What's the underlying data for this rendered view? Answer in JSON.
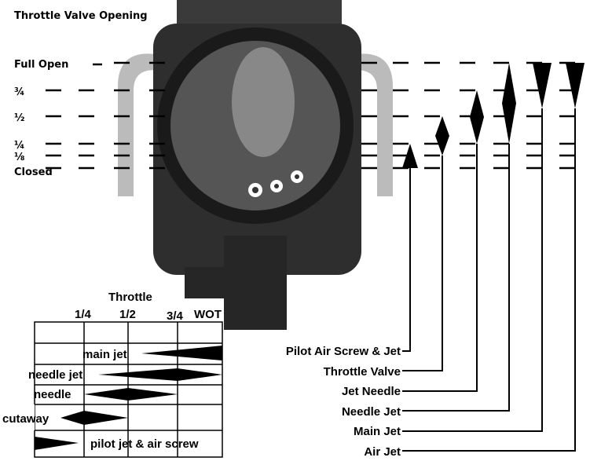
{
  "title": "Throttle Valve Opening",
  "levels": [
    "Full Open",
    "¾",
    "½",
    "¼",
    "⅛",
    "Closed"
  ],
  "components": [
    {
      "label": "Pilot Air Screw & Jet",
      "range": [
        "Closed",
        "¼"
      ],
      "shape": "triangle-up"
    },
    {
      "label": "Throttle Valve",
      "range": [
        "½",
        "⅛"
      ],
      "shape": "diamond"
    },
    {
      "label": "Jet Needle",
      "range": [
        "¾",
        "¼"
      ],
      "shape": "diamond"
    },
    {
      "label": "Needle Jet",
      "range": [
        "Full Open",
        "¼"
      ],
      "shape": "diamond"
    },
    {
      "label": "Main Jet",
      "range": [
        "Full Open",
        "½"
      ],
      "shape": "triangle-down"
    },
    {
      "label": "Air Jet",
      "range": [
        "Full Open",
        "½"
      ],
      "shape": "triangle-down"
    }
  ],
  "table": {
    "title": "Throttle",
    "columns": [
      "1/4",
      "1/2",
      "3/4",
      "WOT"
    ],
    "rows": [
      "main jet",
      "needle jet",
      "needle",
      "cutaway",
      "pilot jet & air screw"
    ]
  },
  "colors": {
    "ink": "#000000",
    "photo": "#2a2a2a"
  }
}
